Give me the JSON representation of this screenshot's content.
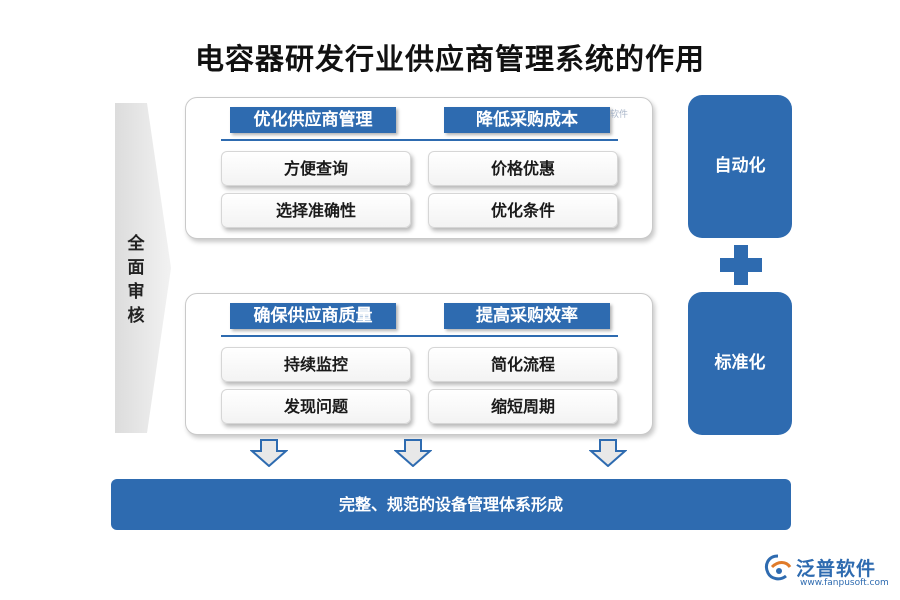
{
  "title": "电容器研发行业供应商管理系统的作用",
  "left_label": "全面审核",
  "top_panel": {
    "header_left": "优化供应商管理",
    "header_right": "降低采购成本",
    "items": [
      "方便查询",
      "价格优惠",
      "选择准确性",
      "优化条件"
    ]
  },
  "bottom_panel": {
    "header_left": "确保供应商质量",
    "header_right": "提高采购效率",
    "items": [
      "持续监控",
      "简化流程",
      "发现问题",
      "缩短周期"
    ]
  },
  "side": {
    "top_label": "自动化",
    "bottom_label": "标准化"
  },
  "result": "完整、规范的设备管理体系形成",
  "watermark": "软件",
  "logo": {
    "name": "泛普软件",
    "url": "www.fanpusoft.com"
  },
  "colors": {
    "primary": "#2e6bb0",
    "arrow_fill": "#e8e8e8"
  }
}
